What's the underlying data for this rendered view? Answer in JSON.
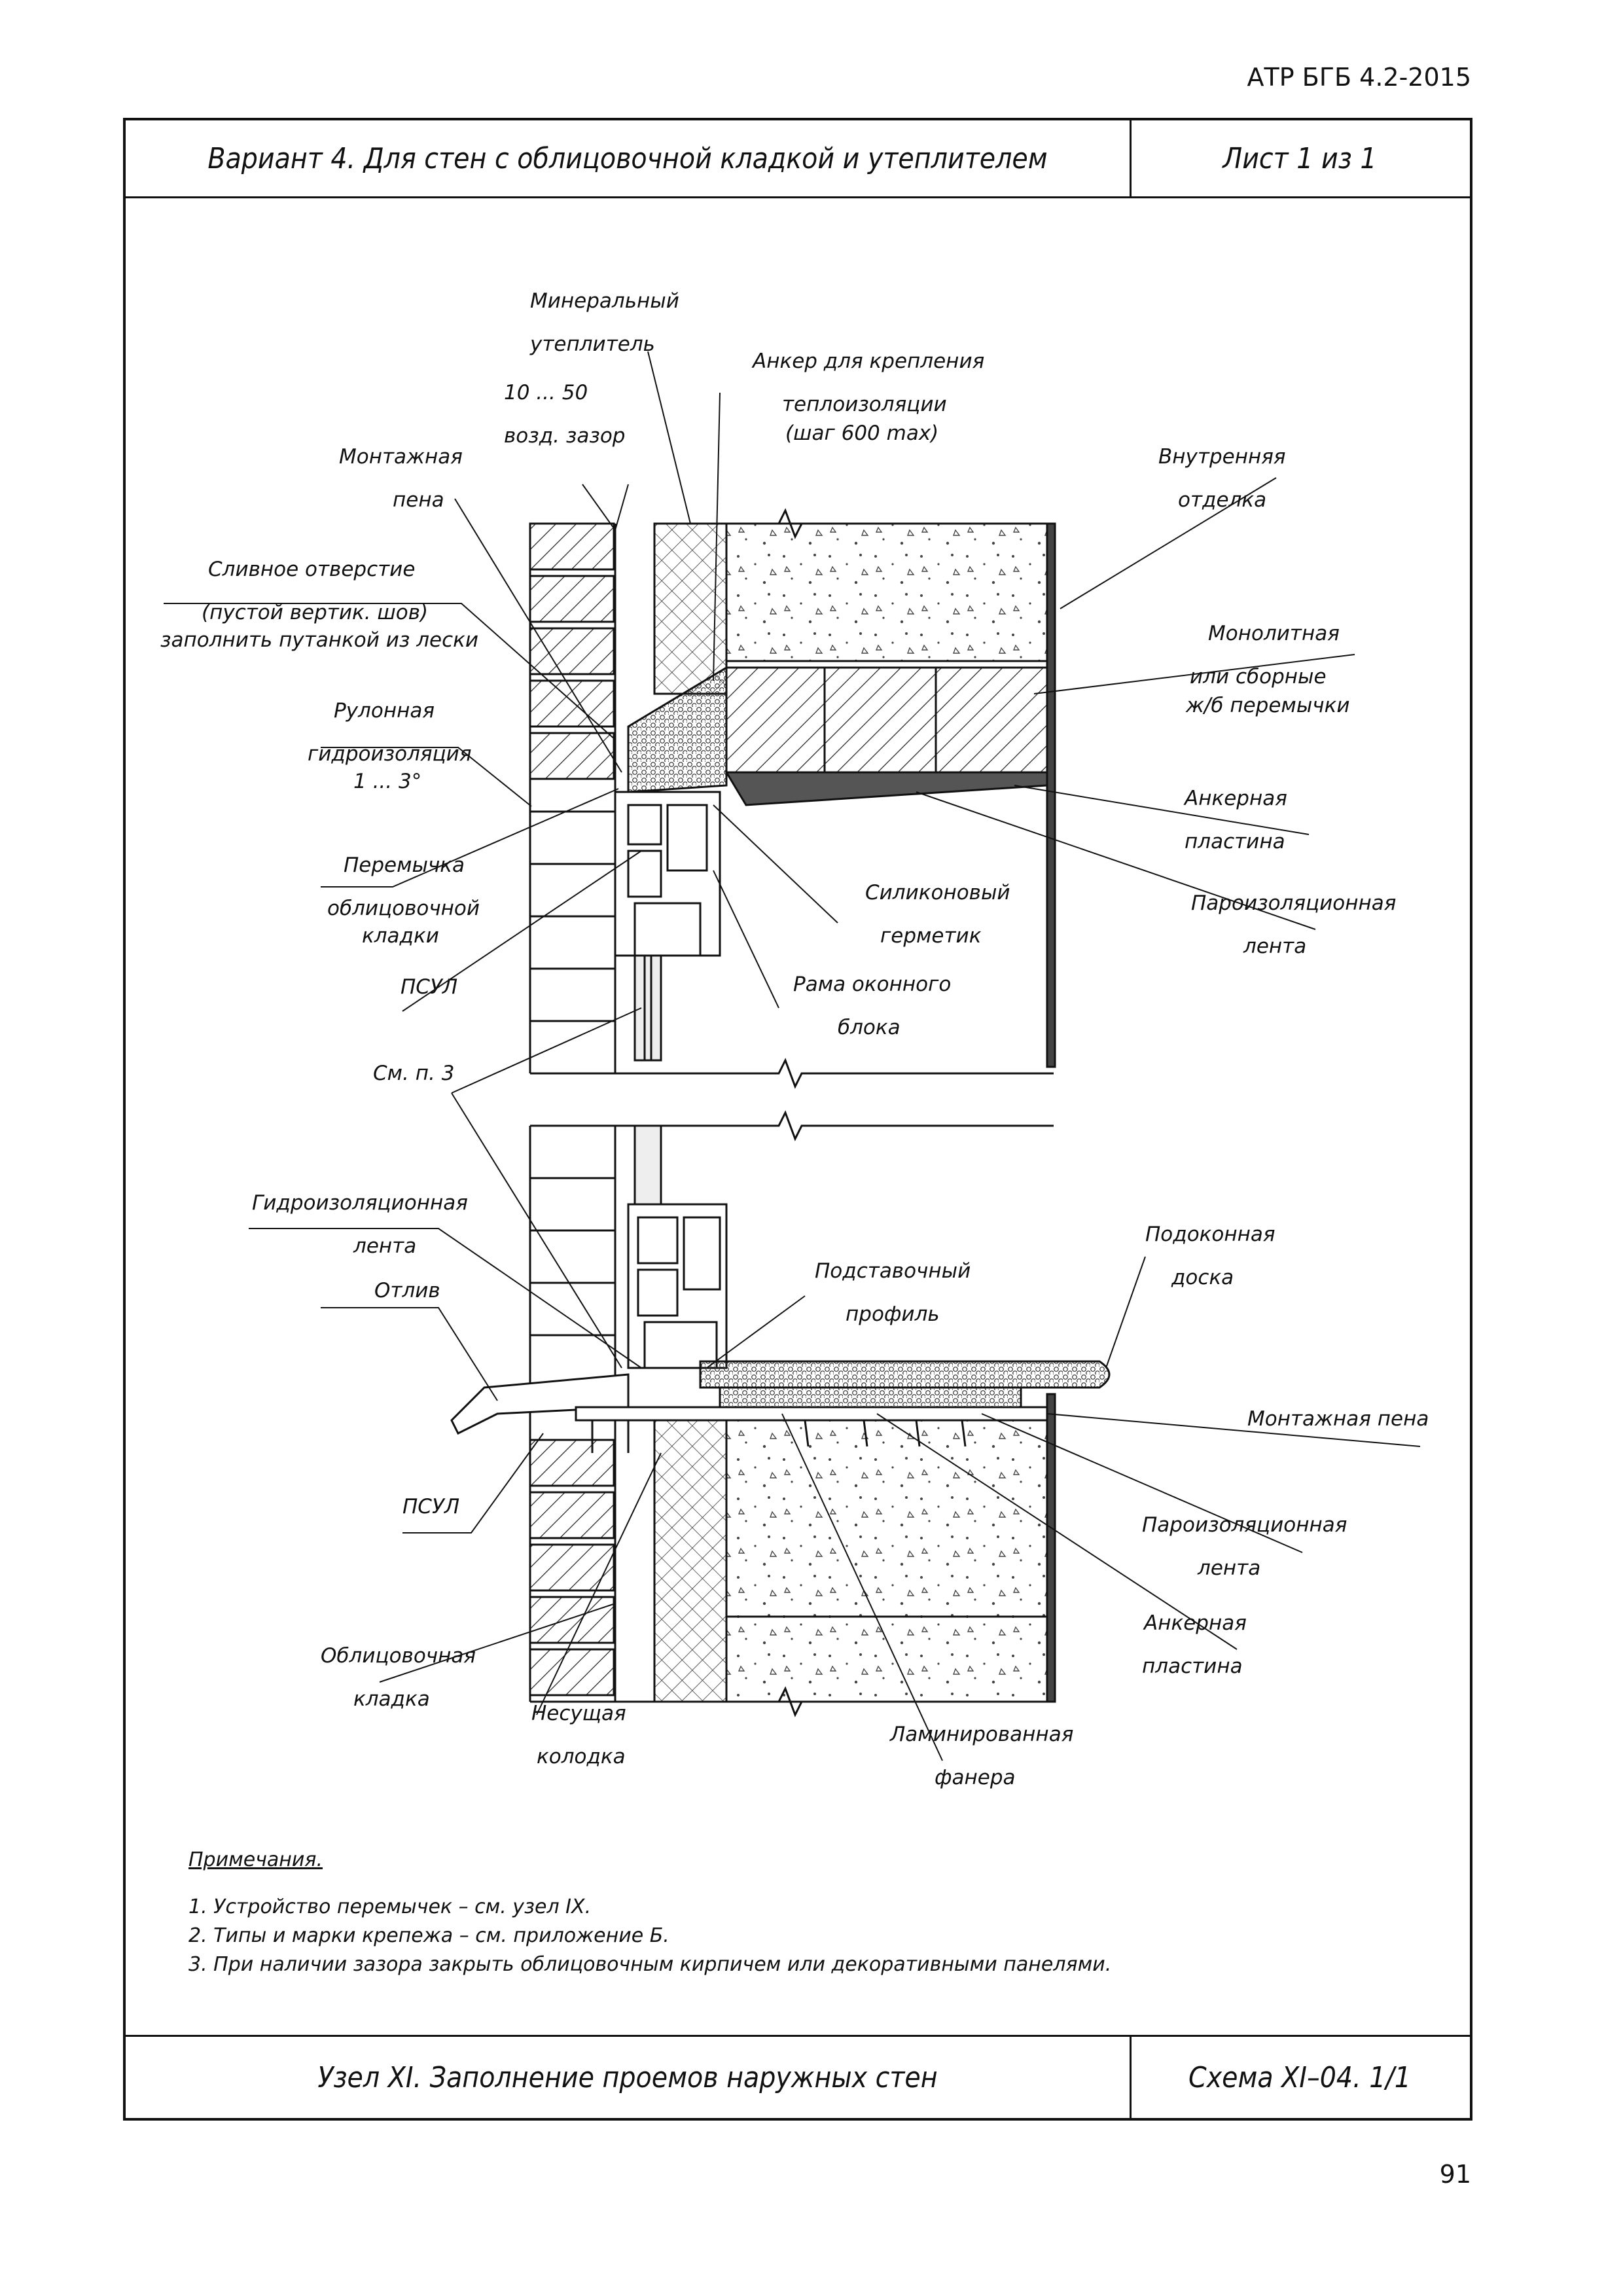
{
  "doc_code": "АТР БГБ 4.2-2015",
  "page_number": "91",
  "header": {
    "title": "Вариант 4. Для стен с облицовочной кладкой и утеплителем",
    "sheet": "Лист 1 из 1"
  },
  "footer": {
    "title": "Узел XI. Заполнение проемов наружных стен",
    "scheme": "Схема XI–04. 1/1"
  },
  "drawing": {
    "labels": {
      "mineral_1": "Минеральный",
      "mineral_2": "утеплитель",
      "gap_1": "10 ... 50",
      "gap_2": "возд. зазор",
      "anchor_ins_1": "Анкер для крепления",
      "anchor_ins_2": "теплоизоляции",
      "anchor_ins_3": "(шаг 600 max)",
      "foam_top_1": "Монтажная",
      "foam_top_2": "пена",
      "inner_fin_1": "Внутренняя",
      "inner_fin_2": "отделка",
      "drain_1": "Сливное отверстие",
      "drain_2": "(пустой вертик. шов)",
      "drain_3": "заполнить путанкой из лески",
      "lintel_mono_1": "Монолитная",
      "lintel_mono_2": "или сборные",
      "lintel_mono_3": "ж/б перемычки",
      "roll_1": "Рулонная",
      "roll_2": "гидроизоляция",
      "roll_3": "1 ... 3°",
      "anchor_plate_top_1": "Анкерная",
      "anchor_plate_top_2": "пластина",
      "clad_lintel_1": "Перемычка",
      "clad_lintel_2": "облицовочной",
      "clad_lintel_3": "кладки",
      "silicone_1": "Силиконовый",
      "silicone_2": "герметик",
      "vapor_top_1": "Пароизоляционная",
      "vapor_top_2": "лента",
      "psul_top": "ПСУЛ",
      "frame_1": "Рама оконного",
      "frame_2": "блока",
      "see_p3": "См. п. 3",
      "waterproof_tape_1": "Гидроизоляционная",
      "waterproof_tape_2": "лента",
      "sill_board_1": "Подоконная",
      "sill_board_2": "доска",
      "drip_1": "Отлив",
      "support_1": "Подставочный",
      "support_2": "профиль",
      "foam_bottom": "Монтажная пена",
      "psul_bottom": "ПСУЛ",
      "vapor_bottom_1": "Пароизоляционная",
      "vapor_bottom_2": "лента",
      "anchor_plate_bottom_1": "Анкерная",
      "anchor_plate_bottom_2": "пластина",
      "cladding_1": "Облицовочная",
      "cladding_2": "кладка",
      "bearing_1": "Несущая",
      "bearing_2": "колодка",
      "plywood_1": "Ламинированная",
      "plywood_2": "фанера"
    }
  },
  "notes": {
    "title": "Примечания.",
    "items": [
      "1. Устройство перемычек – см. узел IX.",
      "2. Типы и марки крепежа  – см. приложение Б.",
      "3. При наличии зазора закрыть облицовочным кирпичем или декоративными панелями."
    ]
  }
}
